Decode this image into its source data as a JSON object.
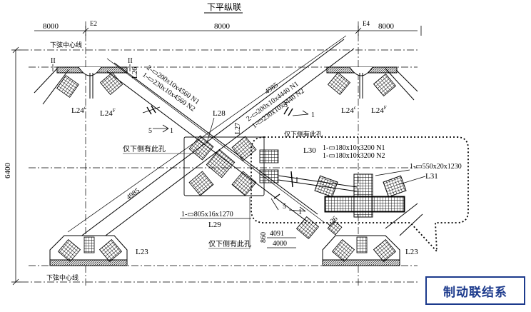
{
  "drawing": {
    "title": "下平纵联",
    "caption": "制动联结系",
    "dimensions": {
      "top_left": "8000",
      "top_middle": "8000",
      "top_right": "8000",
      "left_vertical": "6400",
      "diag_upper": "4985",
      "diag_lower": "4985",
      "bottom_a": "4091",
      "bottom_b": "4000",
      "bottom_c": "860"
    },
    "axes": {
      "left": "E2",
      "right": "E4"
    },
    "section_marks": [
      "II",
      "II"
    ],
    "center_lines": {
      "top": "下弦中心线",
      "bottom": "下弦中心线"
    },
    "members": {
      "l24c_left": "L24",
      "l24c_left_sup": "c",
      "l24f_left": "L24",
      "l24f_left_sup": "F",
      "l24c_right": "L24",
      "l24c_right_sup": "c",
      "l24f_right": "L24",
      "l24f_right_sup": "F",
      "l26_top": "L26",
      "l26_bottom": "L26",
      "l27": "L27",
      "l28": "L28",
      "l29": "L29",
      "l30": "L30",
      "l31": "L31",
      "l23_left": "L23",
      "l23_right": "L23"
    },
    "specs": {
      "l26_n1": "2-▭200x10x4560  N1",
      "l26_n2": "1-▭230x10x4560  N2",
      "l27_n1": "2-▭200x10x4440  N1",
      "l27_n2": "1-▭230x10x4440  N2",
      "l30_n1": "1-▭180x10x3200  N1",
      "l30_n2": "1-▭180x10x3200  N2",
      "l29": "1-▭805x16x1270",
      "l31": "1-▭550x20x1230"
    },
    "notes": {
      "note_left": "仅下侧有此孔",
      "note_bottom": "仅下侧有此孔",
      "note_top": "仅下侧有此孔"
    },
    "slope_left": {
      "a": "5",
      "b": "1"
    },
    "slope_right_top": {
      "a": "5",
      "b": "1"
    },
    "slope_right_bottom": {
      "a": "5",
      "b": "1"
    }
  }
}
